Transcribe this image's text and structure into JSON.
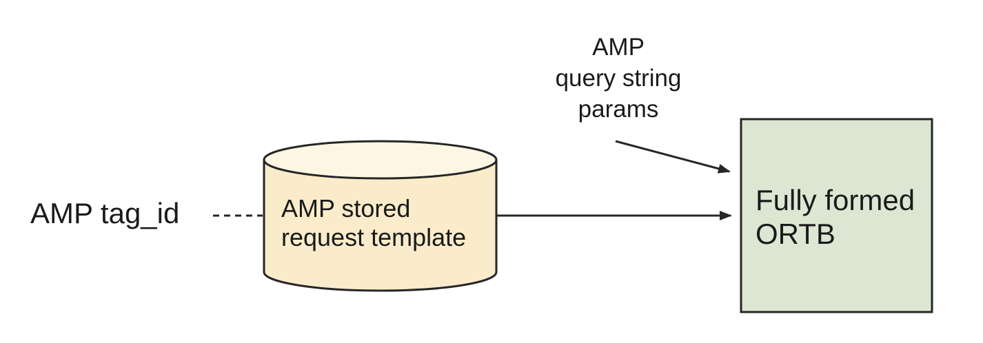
{
  "diagram": {
    "background": "#ffffff",
    "nodes": {
      "amp_tag_id": {
        "label": "AMP tag_id",
        "shape": "text"
      },
      "stored_request": {
        "label": "AMP stored\nrequest template",
        "shape": "cylinder"
      },
      "query_params": {
        "label": "AMP\nquery string\nparams",
        "shape": "text"
      },
      "ortb": {
        "label": "Fully formed\nORTB",
        "shape": "rectangle"
      }
    },
    "edges": [
      {
        "from": "amp_tag_id",
        "to": "stored_request",
        "style": "dashed",
        "arrowhead": false
      },
      {
        "from": "stored_request",
        "to": "ortb",
        "style": "solid",
        "arrowhead": true
      },
      {
        "from": "query_params",
        "to": "ortb",
        "style": "solid",
        "arrowhead": true
      }
    ],
    "colors": {
      "cylinder_body": "#FAECCA",
      "cylinder_top": "#FDF6E2",
      "ortb_box": "#DBE7D3",
      "stroke": "#262626",
      "text": "#1A1A1A"
    }
  }
}
